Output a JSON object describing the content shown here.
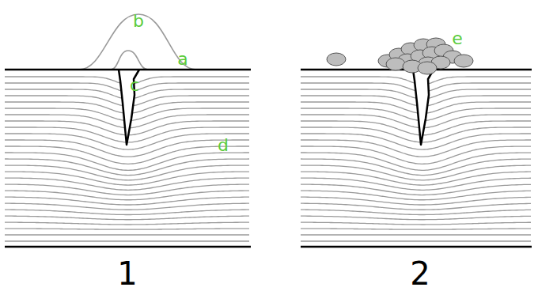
{
  "diagram": {
    "labels": [
      "a",
      "b",
      "c",
      "d",
      "e",
      "1",
      "2"
    ]
  }
}
